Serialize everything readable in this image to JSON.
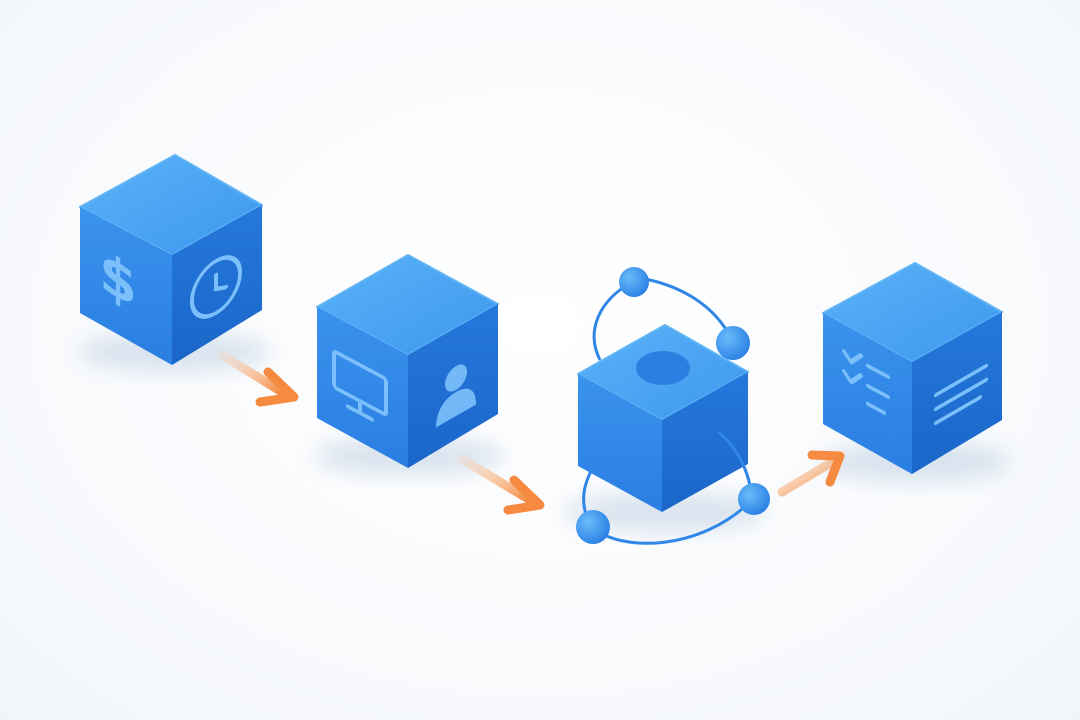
{
  "diagram": {
    "steps": [
      {
        "id": "cost-time",
        "icons": [
          "dollar-sign-icon",
          "clock-icon"
        ]
      },
      {
        "id": "device-user",
        "icons": [
          "monitor-icon",
          "user-icon"
        ]
      },
      {
        "id": "integration-hub",
        "icons": [
          "orbit-nodes-icon"
        ]
      },
      {
        "id": "checklist",
        "icons": [
          "checklist-icon",
          "text-lines-icon"
        ]
      }
    ],
    "connectors": [
      {
        "from": "cost-time",
        "to": "device-user"
      },
      {
        "from": "device-user",
        "to": "integration-hub"
      },
      {
        "from": "integration-hub",
        "to": "checklist"
      }
    ]
  },
  "colors": {
    "cube_top": "#4aa6f3",
    "cube_left": "#2f86e6",
    "cube_right": "#1f6fd3",
    "icon": "#7cc0fb",
    "arrow": "#f5904a",
    "orbit": "#2f86e6",
    "background": "#f9fbfd"
  }
}
